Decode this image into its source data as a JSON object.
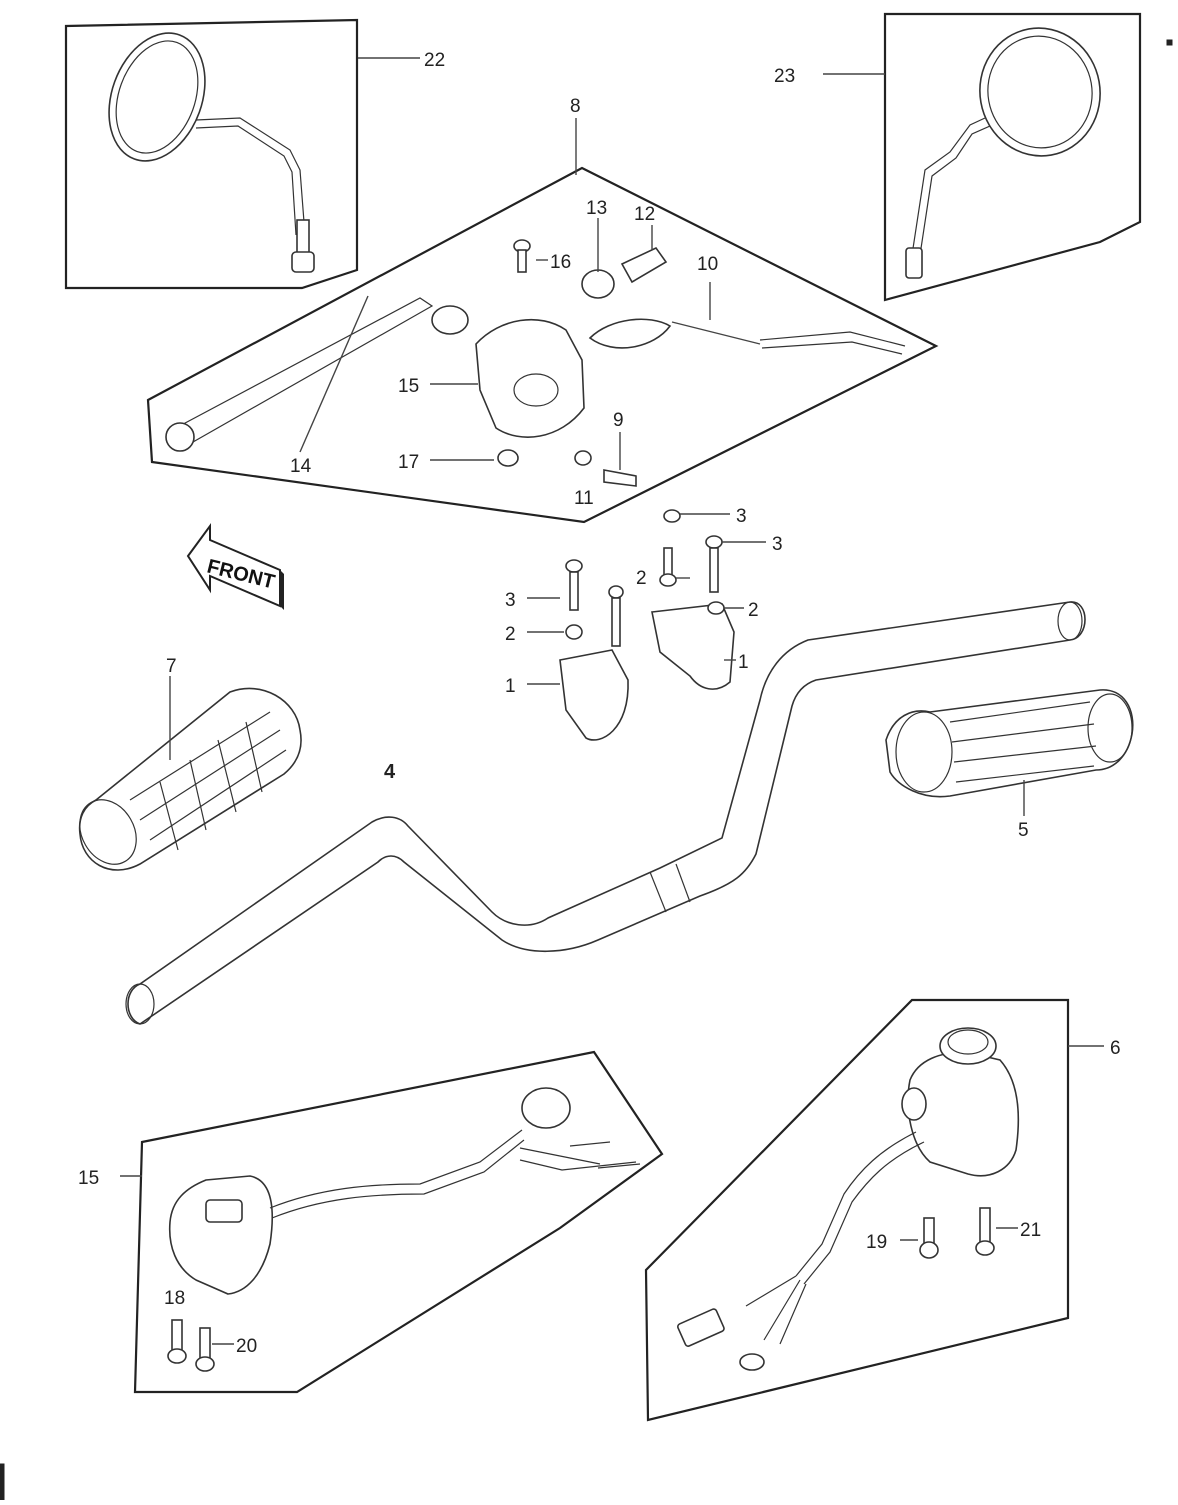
{
  "diagram": {
    "labels": {
      "l1a": "1",
      "l1b": "1",
      "l2a": "2",
      "l2b": "2",
      "l2c": "2",
      "l3a": "3",
      "l3b": "3",
      "l3c": "3",
      "l4": "4",
      "l5": "5",
      "l6": "6",
      "l7": "7",
      "l8": "8",
      "l9": "9",
      "l10": "10",
      "l11": "11",
      "l12": "12",
      "l13": "13",
      "l14": "14",
      "l15a": "15",
      "l15b": "15",
      "l16": "16",
      "l17": "17",
      "l18": "18",
      "l19": "19",
      "l20": "20",
      "l21": "21",
      "l22": "22",
      "l23": "23"
    },
    "front_sign": "FRONT"
  }
}
